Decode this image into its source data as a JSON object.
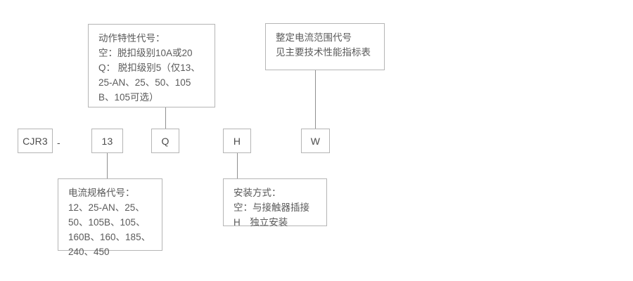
{
  "diagram": {
    "title_model": "CJR3",
    "separator": "-",
    "designation_row": [
      {
        "id": "series",
        "label": "CJR3"
      },
      {
        "id": "current-spec",
        "label": "13"
      },
      {
        "id": "trip-characteristic",
        "label": "Q"
      },
      {
        "id": "mounting",
        "label": "H"
      },
      {
        "id": "current-range",
        "label": "W"
      }
    ],
    "notes": {
      "trip_characteristic": "动作特性代号：\n空：脱扣级别10A或20\nQ： 脱扣级别5（仅13、\n25-AN、25、50、105\nB、105可选）",
      "current_range": "整定电流范围代号\n见主要技术性能指标表",
      "current_spec": "电流规格代号：\n12、25-AN、25、\n50、105B、105、\n160B、160、185、\n240、450",
      "mounting_method": "安装方式：\n空：与接触器插接\nH　独立安装"
    }
  },
  "colors": {
    "border": "#b5b5b5",
    "connector": "#8f8f8f",
    "text": "#595959",
    "background": "#ffffff"
  }
}
